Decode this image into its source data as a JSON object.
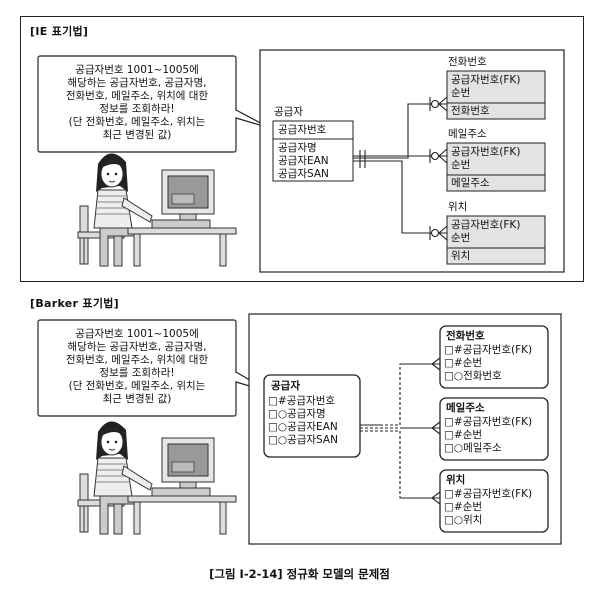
{
  "figure": {
    "caption": "[그림 Ⅰ-2-14] 정규화 모델의 문제점"
  },
  "ie": {
    "title": "[IE 표기법]",
    "bubble_lines": [
      "공급자번호 1001~1005에",
      "해당하는 공급자번호, 공급자명,",
      "전화번호, 메일주소, 위치에 대한",
      "정보를 조회하라!",
      "(단 전화번호, 메일주소, 위치는",
      "최근 변경된 값)"
    ],
    "supplier": {
      "name": "공급자",
      "key": "공급자번호",
      "attrs": [
        "공급자명",
        "공급자EAN",
        "공급자SAN"
      ]
    },
    "phone": {
      "name": "전화번호",
      "keys": [
        "공급자번호(FK)",
        "순번"
      ],
      "attrs": [
        "전화번호"
      ]
    },
    "email": {
      "name": "메일주소",
      "keys": [
        "공급자번호(FK)",
        "순번"
      ],
      "attrs": [
        "메일주소"
      ]
    },
    "location": {
      "name": "위치",
      "keys": [
        "공급자번호(FK)",
        "순번"
      ],
      "attrs": [
        "위치"
      ]
    }
  },
  "barker": {
    "title": "[Barker 표기법]",
    "bubble_lines": [
      "공급자번호 1001~1005에",
      "해당하는 공급자번호, 공급자명,",
      "전화번호, 메일주소, 위치에 대한",
      "정보를 조회하라!",
      "(단 전화번호, 메일주소, 위치는",
      "최근 변경된 값)"
    ],
    "supplier": {
      "name": "공급자",
      "rows": [
        "□#공급자번호",
        "□○공급자명",
        "□○공급자EAN",
        "□○공급자SAN"
      ]
    },
    "phone": {
      "name": "전화번호",
      "rows": [
        "□#공급자번호(FK)",
        "□#순번",
        "□○전화번호"
      ]
    },
    "email": {
      "name": "메일주소",
      "rows": [
        "□#공급자번호(FK)",
        "□#순번",
        "□○메일주소"
      ]
    },
    "location": {
      "name": "위치",
      "rows": [
        "□#공급자번호(FK)",
        "□#순번",
        "□○위치"
      ]
    }
  }
}
